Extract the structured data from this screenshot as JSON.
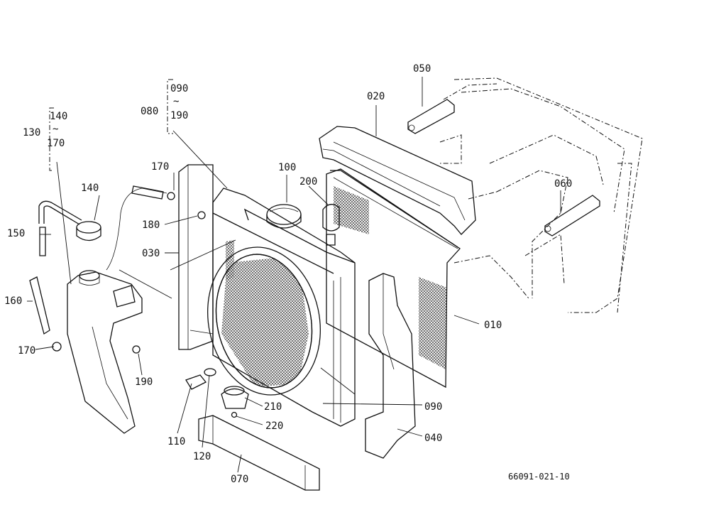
{
  "drawing_code": "66091-021-10",
  "labels": {
    "p010": "010",
    "p020": "020",
    "p030": "030",
    "p040": "040",
    "p050": "050",
    "p060": "060",
    "p070": "070",
    "p080": "080",
    "p090_top": "090",
    "p090_bottom": "090",
    "p100": "100",
    "p110": "110",
    "p120": "120",
    "p130": "130",
    "p140_top": "140",
    "p140": "140",
    "p150": "150",
    "p160": "160",
    "p170_top": "170",
    "p170_mid": "170",
    "p170_left": "170",
    "p180": "180",
    "p190_group": "190",
    "p190": "190",
    "p200": "200",
    "p210": "210",
    "p220": "220",
    "tilde": "~"
  }
}
